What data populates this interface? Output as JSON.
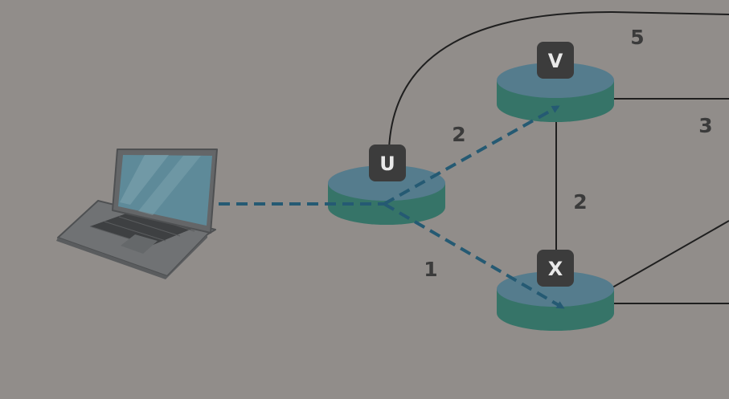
{
  "diagram": {
    "nodes": [
      {
        "id": "U",
        "label": "U"
      },
      {
        "id": "V",
        "label": "V"
      },
      {
        "id": "X",
        "label": "X"
      }
    ],
    "edges": [
      {
        "from": "U",
        "to": "V",
        "weight": "2",
        "style": "dashed-arrow"
      },
      {
        "from": "U",
        "to": "X",
        "weight": "1",
        "style": "dashed-arrow"
      },
      {
        "from": "V",
        "to": "X",
        "weight": "2",
        "style": "solid"
      },
      {
        "from": "U",
        "to": "offscreen-right",
        "weight": "5",
        "style": "solid"
      },
      {
        "from": "V",
        "to": "offscreen-right",
        "weight": "3",
        "style": "solid"
      },
      {
        "from": "X",
        "to": "offscreen-right",
        "weight": "",
        "style": "solid"
      },
      {
        "from": "X",
        "to": "offscreen-right",
        "weight": "",
        "style": "solid"
      }
    ],
    "host": {
      "icon": "laptop-icon",
      "connects_to": "U",
      "link_style": "dashed"
    }
  },
  "colors": {
    "background": "#918d8a",
    "router_top": "#557c8d",
    "router_side": "#367468",
    "label_box": "#3c3c3c",
    "dashed_path": "#255a73",
    "solid_edge": "#1f1f1f"
  }
}
